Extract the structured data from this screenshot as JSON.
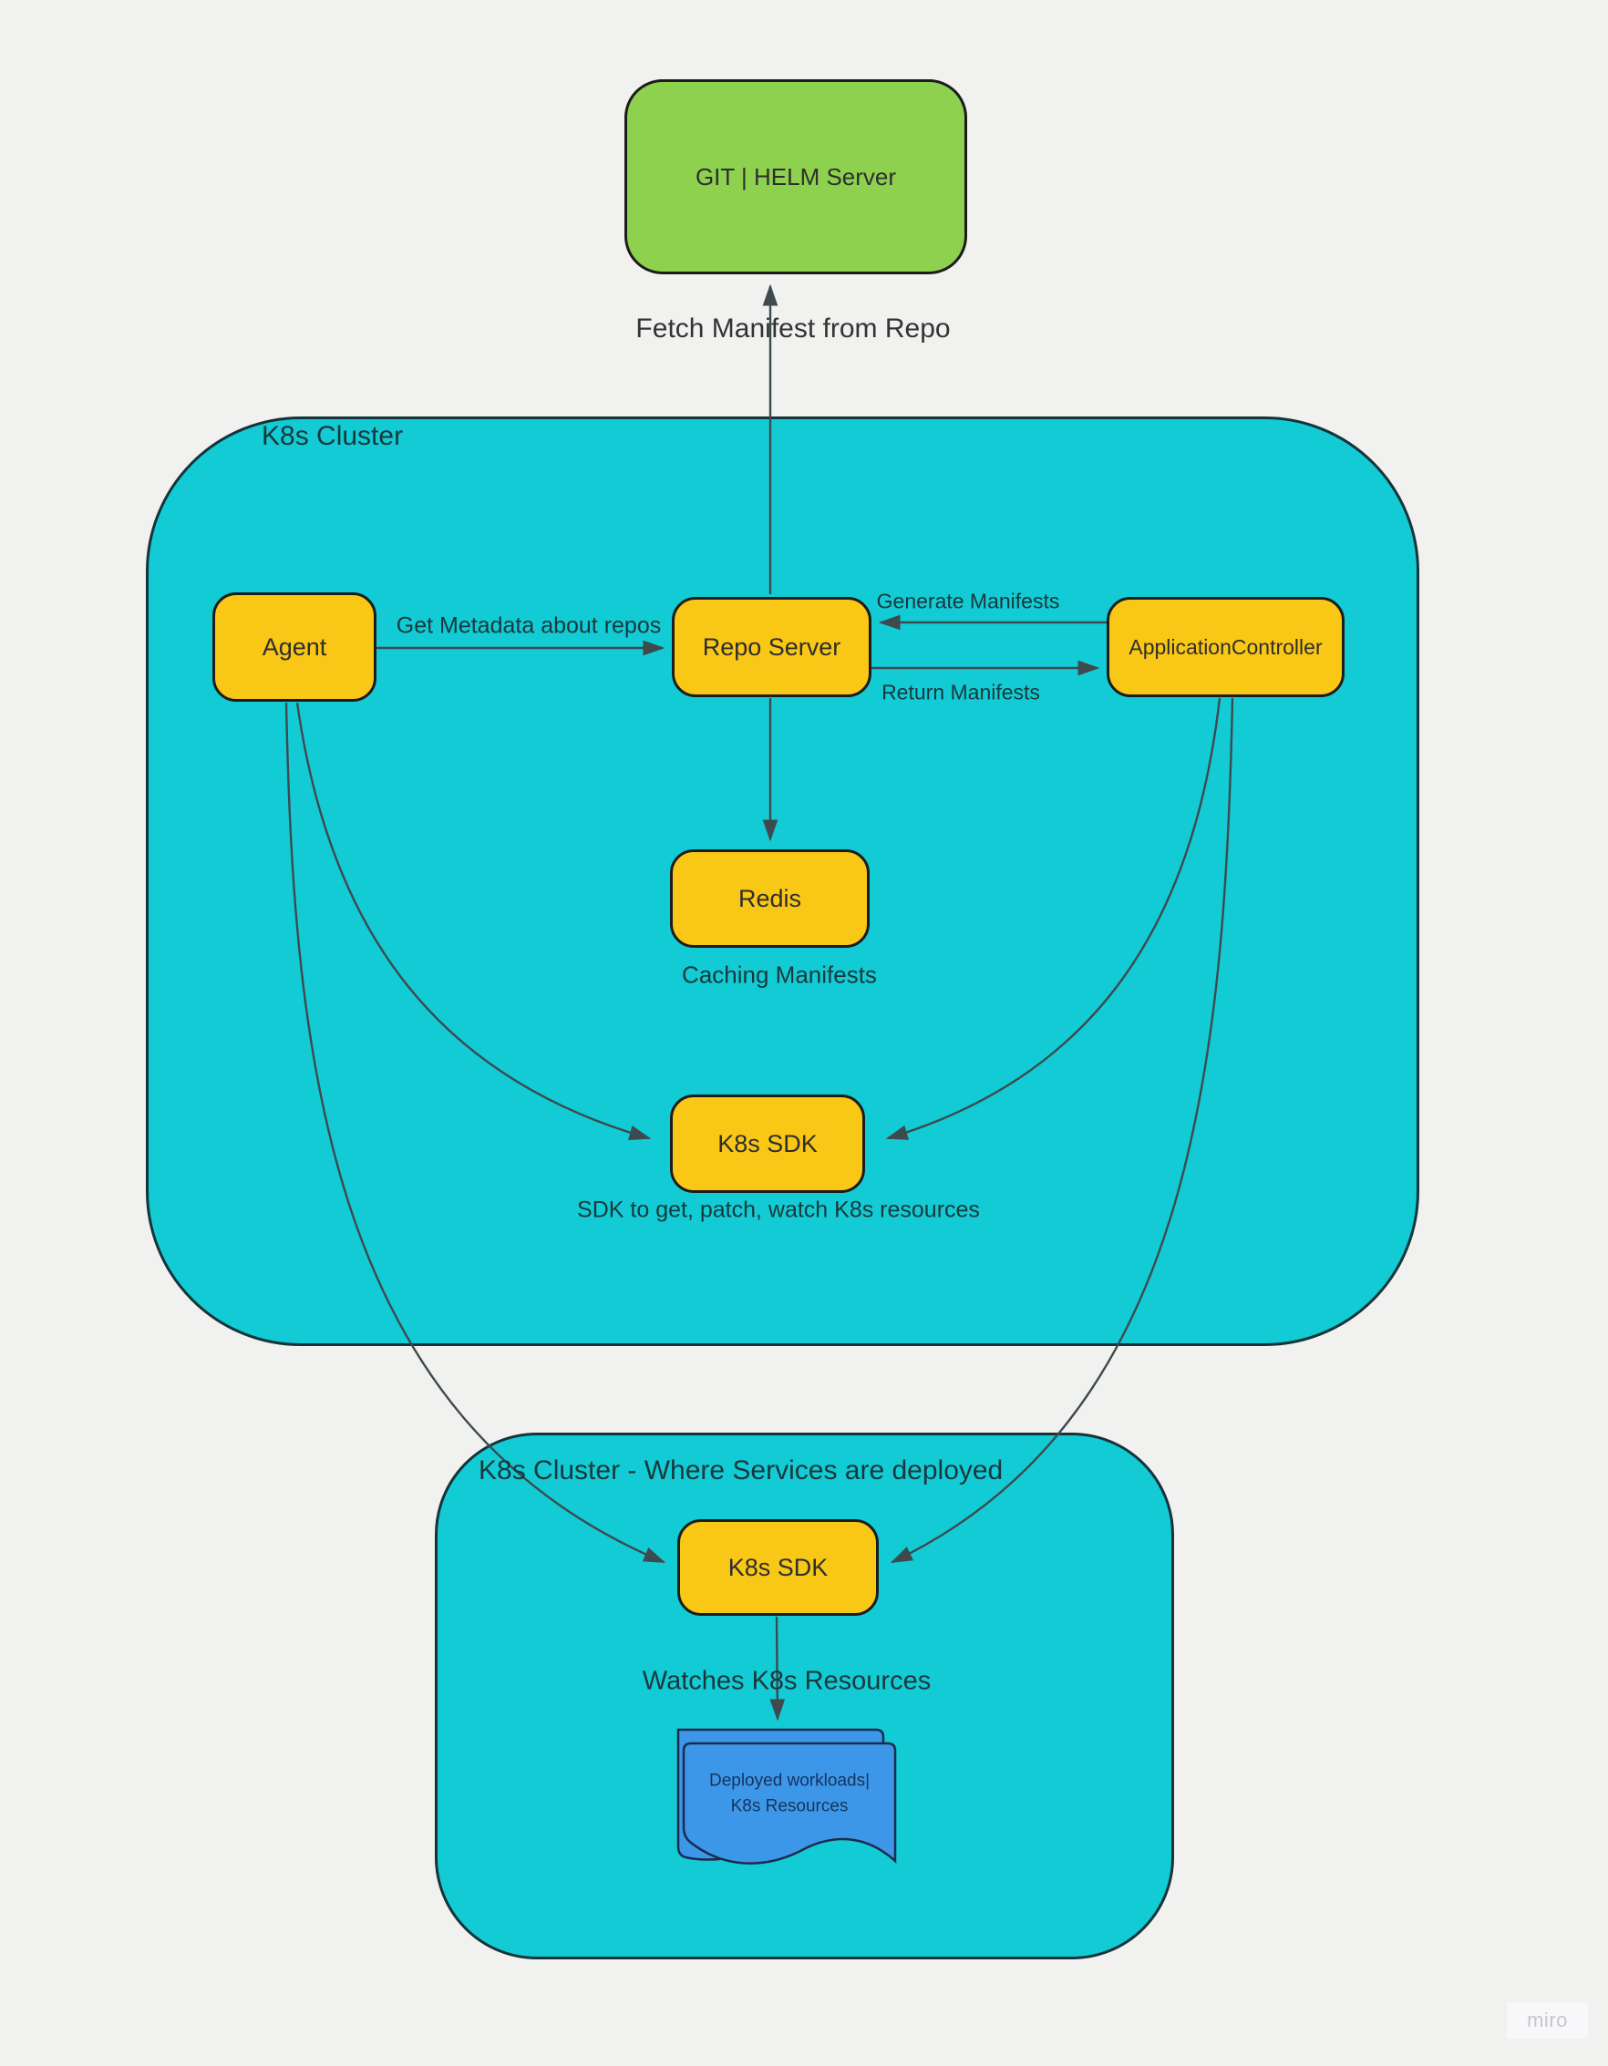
{
  "canvas": {
    "watermark": "miro"
  },
  "colors": {
    "background": "#f1f1ef",
    "cluster_fill": "#13cbd4",
    "cluster_stroke": "#15343a",
    "node_fill": "#f9c716",
    "node_stroke": "#1c1c1c",
    "git_fill": "#8dd14f",
    "doc_fill": "#3d97e9",
    "doc_stroke": "#1b2b4d",
    "doc_text": "#16335b",
    "connector": "#3d4a4e",
    "text_dark": "#2e2e2e",
    "text_on_teal": "#18383d"
  },
  "clusters": {
    "main": {
      "title": "K8s Cluster"
    },
    "deploy": {
      "title": "K8s Cluster - Where Services are deployed"
    }
  },
  "nodes": {
    "git_helm_server": {
      "label": "GIT | HELM Server"
    },
    "agent": {
      "label": "Agent"
    },
    "repo_server": {
      "label": "Repo Server"
    },
    "application_controller": {
      "label": "ApplicationController"
    },
    "redis": {
      "label": "Redis"
    },
    "k8s_sdk_main": {
      "label": "K8s SDK"
    },
    "k8s_sdk_deploy": {
      "label": "K8s SDK"
    },
    "deployed_workloads": {
      "line1": "Deployed workloads|",
      "line2": "K8s Resources"
    }
  },
  "labels": {
    "fetch_manifest": "Fetch Manifest from Repo",
    "get_metadata": "Get Metadata about repos",
    "generate_manifests": "Generate Manifests",
    "return_manifests": "Return Manifests",
    "caching_manifests": "Caching Manifests",
    "sdk_caption": "SDK to get, patch, watch K8s resources",
    "watches_resources": "Watches K8s Resources"
  }
}
